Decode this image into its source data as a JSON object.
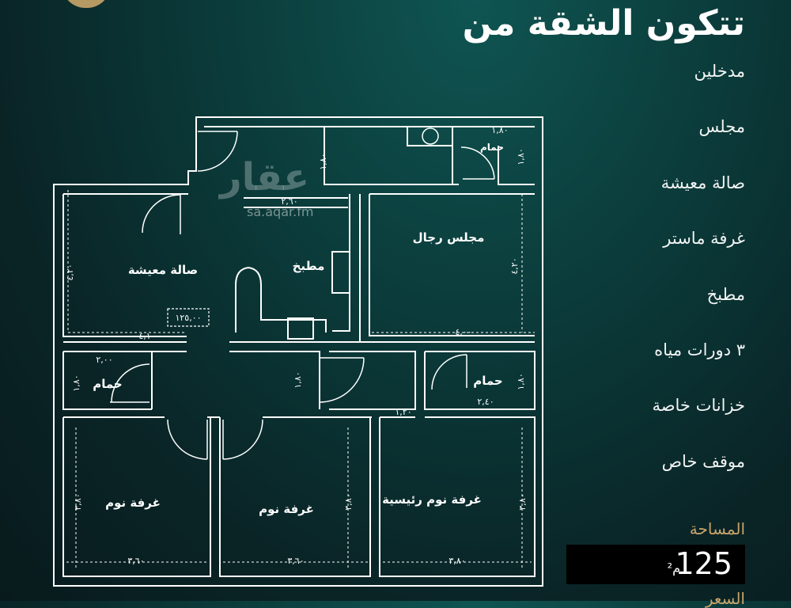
{
  "title": "تتكون الشقة من",
  "features": [
    "مدخلين",
    "مجلس",
    "صالة معيشة",
    "غرفة ماستر",
    "مطبخ",
    "٣ دورات مياه",
    "خزانات خاصة",
    "موقف خاص"
  ],
  "area": {
    "label": "المساحة",
    "value": "125",
    "unit": "م²"
  },
  "price_label": "السعر",
  "watermark": {
    "text": "عقار",
    "url": "sa.aqar.fm"
  },
  "plan": {
    "rooms": {
      "living": "صالة معيشة",
      "kitchen": "مطبخ",
      "majlis": "مجلس رجال",
      "bath1": "حمام",
      "bath2": "حمام",
      "bath3": "حمام",
      "bed1": "غرفة نوم",
      "bed2": "غرفة نوم",
      "master": "غرفة نوم رئيسية"
    },
    "dims": {
      "living_area": "١٢٥,٠٠",
      "living_w": "٤,١٠",
      "living_h": "٤,٢٠",
      "kitchen_w": "٢,٦٠",
      "majlis_w": "٤,٠٠",
      "majlis_h": "٤,٢٠",
      "bath_top_w": "١,٨٠",
      "bath_top_h": "١,٨٠",
      "entry_h": "١,٨٠",
      "bath1_w": "٢,٠٠",
      "bath1_h": "١,٨٠",
      "corr_h": "١,٨٠",
      "bath3_w": "٢,٤٠",
      "bath3_h": "١,٨٠",
      "corr_w": "١,٢٠",
      "bed1_w": "٣,٦٠",
      "bed1_h": "٣,٨٠",
      "bed2_w": "٣,٦٠",
      "bed2_h": "٣,٨٠",
      "master_w": "٣,٨٠",
      "master_h": "٣,٨٠"
    }
  }
}
